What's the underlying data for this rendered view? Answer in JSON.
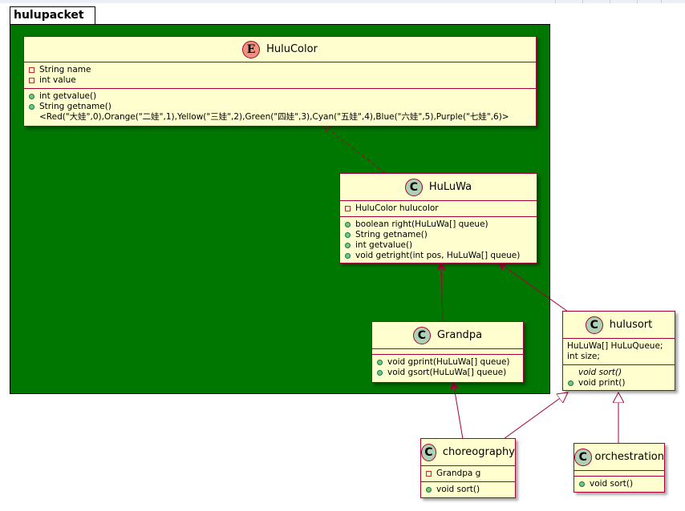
{
  "package": {
    "name": "hulupacket"
  },
  "classes": {
    "hulucolor": {
      "stereotype": "E",
      "name": "HuluColor",
      "fields": [
        "String name",
        "int value"
      ],
      "methods": [
        "int getvalue()",
        "String getname()"
      ],
      "enum_values": "<Red(\"大娃\",0),Orange(\"二娃\",1),Yellow(\"三娃\",2),Green(\"四娃\",3),Cyan(\"五娃\",4),Blue(\"六娃\",5),Purple(\"七娃\",6)>"
    },
    "huluwa": {
      "stereotype": "C",
      "name": "HuLuWa",
      "fields": [
        "HuluColor hulucolor"
      ],
      "methods": [
        "boolean right(HuLuWa[] queue)",
        "String getname()",
        "int getvalue()",
        "void getright(int pos, HuLuWa[] queue)"
      ]
    },
    "grandpa": {
      "stereotype": "C",
      "name": "Grandpa",
      "fields": [],
      "methods": [
        "void gprint(HuLuWa[] queue)",
        "void gsort(HuLuWa[] queue)"
      ]
    },
    "hulusort": {
      "stereotype": "C",
      "name": "hulusort",
      "fields": [
        "HuLuWa[] HuLuQueue;",
        "int size;"
      ],
      "methods": [
        "void sort()",
        "void print()"
      ]
    },
    "choreography": {
      "stereotype": "C",
      "name": "choreography",
      "fields": [
        "Grandpa g"
      ],
      "methods": [
        "void sort()"
      ]
    },
    "orchestration": {
      "stereotype": "C",
      "name": "orchestration",
      "fields": [],
      "methods": [
        "void sort()"
      ]
    }
  },
  "colors": {
    "package_fill": "#007700",
    "class_fill": "#fefece",
    "class_border": "#a80036",
    "class_stereotype_c": "#add1b2",
    "enum_stereotype_e": "#eb937f"
  }
}
